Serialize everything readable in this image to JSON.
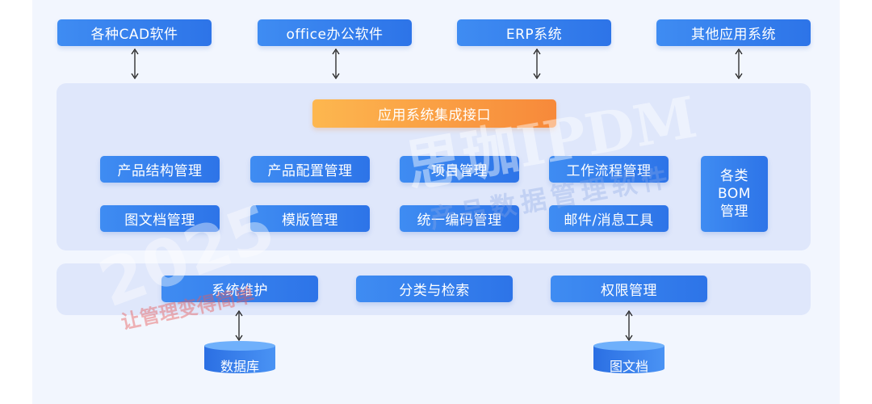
{
  "top_systems": [
    "各种CAD软件",
    "office办公软件",
    "ERP系统",
    "其他应用系统"
  ],
  "integration": {
    "interface_label": "应用系统集成接口",
    "modules_row1": [
      "产品结构管理",
      "产品配置管理",
      "项目管理",
      "工作流程管理"
    ],
    "modules_row2": [
      "图文档管理",
      "模版管理",
      "统一编码管理",
      "邮件/消息工具"
    ],
    "side_module_lines": [
      "各类",
      "BOM",
      "管理"
    ]
  },
  "bottom_modules": [
    "系统维护",
    "分类与检索",
    "权限管理"
  ],
  "databases": [
    "数据库",
    "图文档"
  ],
  "watermark": {
    "brand": "思珈IPDM",
    "tagline": "产品数据管理软件",
    "year": "2025",
    "slogan": "让管理变得简单"
  },
  "colors": {
    "box_blue": "#2f7ae9",
    "box_orange": "#f7893a",
    "panel_bg": "#dfe7fb",
    "canvas_bg": "#f2f6fe"
  }
}
